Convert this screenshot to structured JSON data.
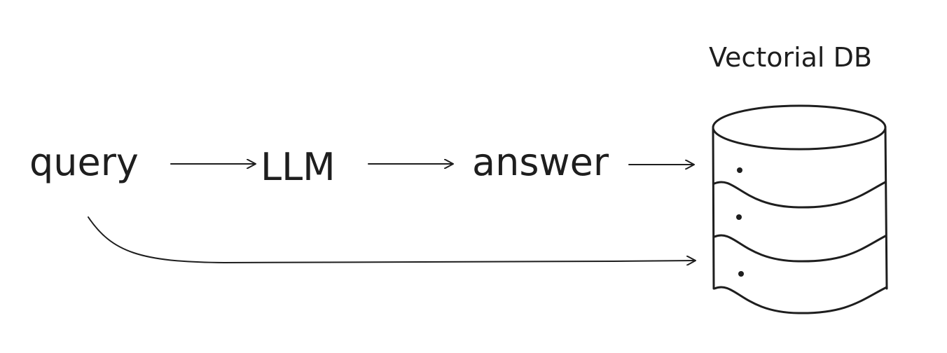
{
  "nodes": {
    "query": "query",
    "llm": "LLM",
    "answer": "answer",
    "db_label": "Vectorial DB"
  },
  "colors": {
    "ink": "#1e1e1e",
    "background": "#ffffff"
  },
  "icons": {
    "database": "database-cylinder-icon",
    "arrow": "arrow-right-icon"
  }
}
